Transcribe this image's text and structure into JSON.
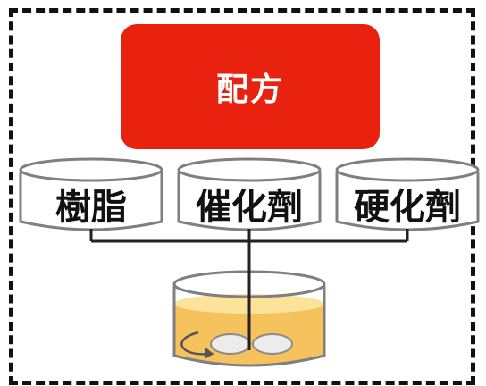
{
  "diagram": {
    "formula_label": "配方",
    "components": [
      {
        "label": "樹脂"
      },
      {
        "label": "催化劑"
      },
      {
        "label": "硬化劑"
      }
    ],
    "colors": {
      "formula_box": "#e8220e",
      "liquid": "#f6c25e",
      "liquid_top": "#fbe49a",
      "outline": "#7f7f7f",
      "frame": "#111111"
    },
    "icons": [
      "mixing-beaker-icon",
      "stirrer-icon",
      "rotation-arrow-icon"
    ]
  }
}
